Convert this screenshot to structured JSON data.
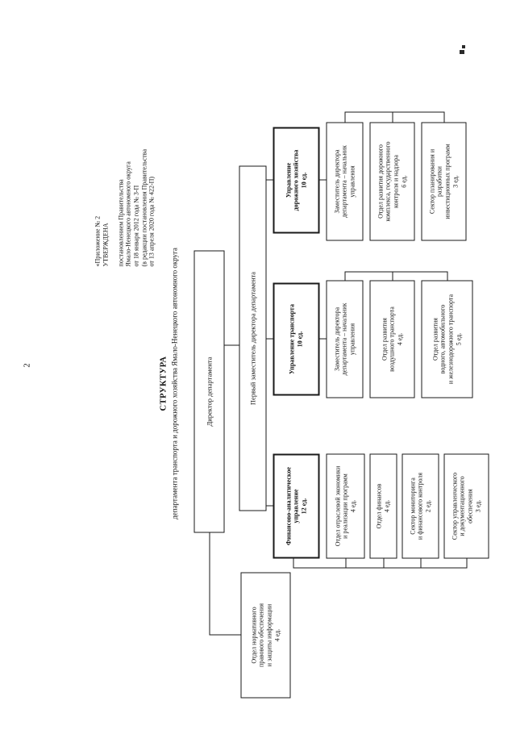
{
  "colors": {
    "ink": "#1a1a1a",
    "paper": "#ffffff"
  },
  "page": {
    "number": "2",
    "approval_block": "«Приложение № 2\nУТВЕРЖДЕНА\n\nпостановлением Правительства\nЯмало-Ненецкого автономного округа\nот 18 января 2012 года № 3-П\n(в редакции постановления Правительства\nот 13 апреля 2020 года № 422-П)",
    "title_main": "СТРУКТУРА",
    "title_sub": "департамента транспорта и дорожного хозяйства Ямало-Ненецкого автономного округа"
  },
  "org": {
    "director": "Директор департамента",
    "first_deputy": "Первый заместитель директора департамента",
    "legal_office": "Отдел нормативного\nправового обеспечения\nи защиты информации\n4 ед.",
    "finance_division": {
      "head": "Финансово-аналитическое\nуправление\n12 ед.",
      "unit1": "Отдел отраслевой экономики\nи реализации программ\n4 ед.",
      "unit2": "Отдел финансов\n4 ед.",
      "unit3": "Сектор мониторинга\nи финансового контроля\n2 ед.",
      "unit4": "Сектор управленческого\nи документационного\nобеспечения\n3 ед."
    },
    "transport_division": {
      "head": "Управление транспорта\n10 ед.",
      "deputy": "Заместитель директора\nдепартамента – начальник\nуправления",
      "unit1": "Отдел развития\nвоздушного транспорта\n4 ед.",
      "unit2": "Отдел развития\nводного, автомобильного\nи железнодорожного транспорта\n5 ед."
    },
    "road_division": {
      "head": "Управление\nдорожного хозяйства\n10 ед.",
      "deputy": "Заместитель директора\nдепартамента – начальник\nуправления",
      "unit1": "Отдел развития дорожного\nкомплекса, государственного\nконтроля и надзора\n6 ед.",
      "unit2": "Сектор планирования и\nразработки\nинвестиционных программ\n3 ед."
    }
  }
}
